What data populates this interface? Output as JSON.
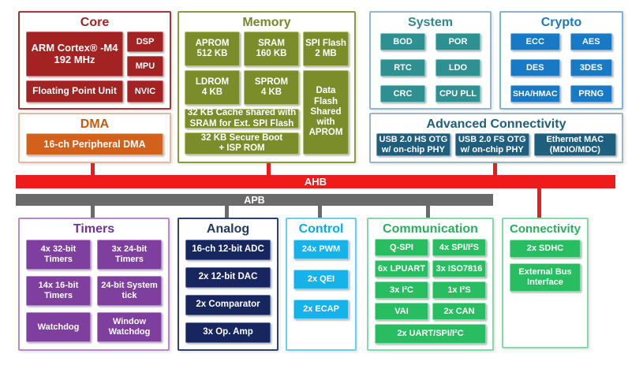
{
  "buses": {
    "ahb_label": "AHB",
    "apb_label": "APB"
  },
  "core": {
    "title": "Core",
    "cpu": "ARM Cortex® -M4\n192 MHz",
    "dsp": "DSP",
    "mpu": "MPU",
    "fpu": "Floating Point Unit",
    "nvic": "NVIC"
  },
  "dma": {
    "title": "DMA",
    "pdma": "16-ch Peripheral DMA"
  },
  "memory": {
    "title": "Memory",
    "aprom": "APROM\n512 KB",
    "sram": "SRAM\n160 KB",
    "spi_flash": "SPI Flash\n2 MB",
    "ldrom": "LDROM\n4 KB",
    "sprom": "SPROM\n4 KB",
    "data_flash": "Data\nFlash\nShared\nwith\nAPROM",
    "cache": "32 KB Cache shared with\nSRAM for Ext. SPI Flash",
    "secure_boot": "32 KB Secure Boot\n+ ISP ROM"
  },
  "system": {
    "title": "System",
    "items": [
      "BOD",
      "POR",
      "RTC",
      "LDO",
      "CRC",
      "CPU PLL"
    ]
  },
  "crypto": {
    "title": "Crypto",
    "items": [
      "ECC",
      "AES",
      "DES",
      "3DES",
      "SHA/HMAC",
      "PRNG"
    ]
  },
  "adv_conn": {
    "title": "Advanced Connectivity",
    "items": [
      "USB 2.0 HS OTG\nw/ on-chip PHY",
      "USB 2.0 FS OTG\nw/ on-chip PHY",
      "Ethernet MAC\n(MDIO/MDC)"
    ]
  },
  "timers": {
    "title": "Timers",
    "items": [
      "4x 32-bit\nTimers",
      "3x 24-bit\nTimers",
      "14x 16-bit\nTimers",
      "24-bit System\ntick",
      "Watchdog",
      "Window\nWatchdog"
    ]
  },
  "analog": {
    "title": "Analog",
    "items": [
      "16-ch 12-bit ADC",
      "2x 12-bit DAC",
      "2x Comparator",
      "3x Op. Amp"
    ]
  },
  "control": {
    "title": "Control",
    "items": [
      "24x PWM",
      "2x QEI",
      "2x ECAP"
    ]
  },
  "communication": {
    "title": "Communication",
    "items": [
      "Q-SPI",
      "4x SPI/I²S",
      "6x LPUART",
      "3x ISO7816",
      "3x I²C",
      "1x I²S",
      "VAI",
      "2x CAN"
    ],
    "wide_item": "2x UART/SPI/I²C"
  },
  "connectivity": {
    "title": "Connectivity",
    "items": [
      "2x SDHC",
      "External Bus\nInterface"
    ]
  },
  "colors": {
    "core": "#A32222",
    "dma": "#D2611B",
    "memory": "#7B8D2B",
    "system": "#2E9090",
    "crypto": "#1879C5",
    "adv_conn": "#1F5F7D",
    "ahb": "#EE1B1B",
    "apb": "#6A6A6A",
    "timers": "#7E3F9E",
    "analog": "#17265F",
    "control": "#16B3EA",
    "communication": "#29BD61",
    "connectivity": "#29BD61"
  }
}
